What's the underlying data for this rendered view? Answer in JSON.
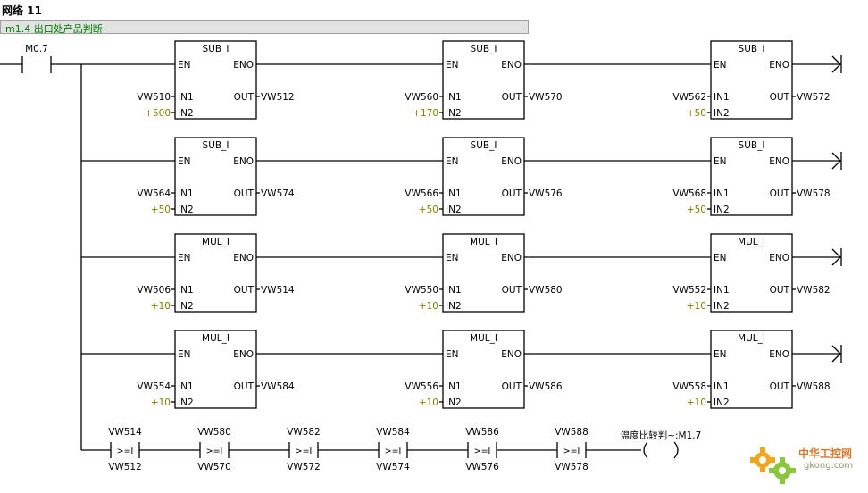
{
  "network": {
    "title": "网络 11",
    "comment": "m1.4 出口处产品判断"
  },
  "contact": {
    "address": "M0.7"
  },
  "pins": {
    "en": "EN",
    "eno": "ENO",
    "in1": "IN1",
    "in2": "IN2",
    "out": "OUT"
  },
  "rows": [
    {
      "blocks": [
        {
          "op": "SUB_I",
          "in1": "VW510",
          "in2": "+500",
          "out": "VW512"
        },
        {
          "op": "SUB_I",
          "in1": "VW560",
          "in2": "+170",
          "out": "VW570"
        },
        {
          "op": "SUB_I",
          "in1": "VW562",
          "in2": "+50",
          "out": "VW572"
        }
      ]
    },
    {
      "blocks": [
        {
          "op": "SUB_I",
          "in1": "VW564",
          "in2": "+50",
          "out": "VW574"
        },
        {
          "op": "SUB_I",
          "in1": "VW566",
          "in2": "+50",
          "out": "VW576"
        },
        {
          "op": "SUB_I",
          "in1": "VW568",
          "in2": "+50",
          "out": "VW578"
        }
      ]
    },
    {
      "blocks": [
        {
          "op": "MUL_I",
          "in1": "VW506",
          "in2": "+10",
          "out": "VW514"
        },
        {
          "op": "MUL_I",
          "in1": "VW550",
          "in2": "+10",
          "out": "VW580"
        },
        {
          "op": "MUL_I",
          "in1": "VW552",
          "in2": "+10",
          "out": "VW582"
        }
      ]
    },
    {
      "blocks": [
        {
          "op": "MUL_I",
          "in1": "VW554",
          "in2": "+10",
          "out": "VW584"
        },
        {
          "op": "MUL_I",
          "in1": "VW556",
          "in2": "+10",
          "out": "VW586"
        },
        {
          "op": "MUL_I",
          "in1": "VW558",
          "in2": "+10",
          "out": "VW588"
        }
      ]
    }
  ],
  "compare_row": {
    "contacts": [
      {
        "top": "VW514",
        "op": ">=I",
        "bottom": "VW512"
      },
      {
        "top": "VW580",
        "op": ">=I",
        "bottom": "VW570"
      },
      {
        "top": "VW582",
        "op": ">=I",
        "bottom": "VW572"
      },
      {
        "top": "VW584",
        "op": ">=I",
        "bottom": "VW574"
      },
      {
        "top": "VW586",
        "op": ">=I",
        "bottom": "VW576"
      },
      {
        "top": "VW588",
        "op": ">=I",
        "bottom": "VW578"
      }
    ],
    "coil_label": "温度比较判~:M1.7"
  },
  "watermark": {
    "line1": "中华工控网",
    "line2": "gkong.com"
  },
  "colors": {
    "constant": "#808000",
    "comment": "#008000",
    "comment_bg": "#e2e2e2",
    "wire": "#000000"
  }
}
